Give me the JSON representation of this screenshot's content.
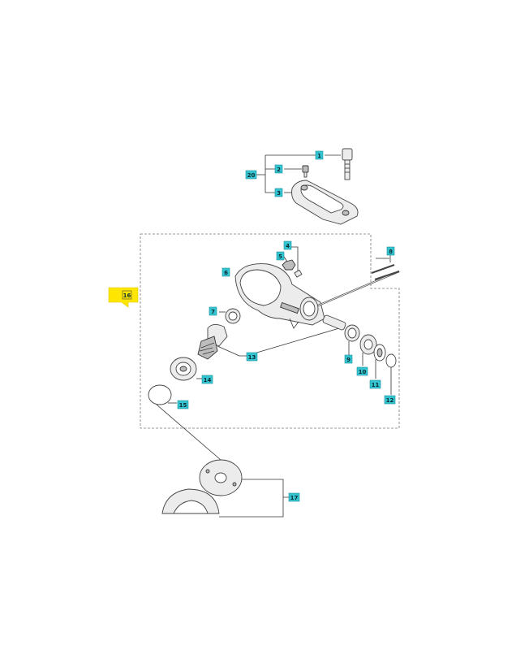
{
  "callouts": {
    "p1": "1",
    "p2": "2",
    "p3": "3",
    "p4": "4",
    "p5": "5",
    "p6": "6",
    "p7": "7",
    "p8a": "8",
    "p8b": "8",
    "p9": "9",
    "p10": "10",
    "p11": "11",
    "p12": "12",
    "p13": "13",
    "p14": "14",
    "p15": "15",
    "p16": "16",
    "p17": "17",
    "p20": "20"
  },
  "colors": {
    "callout_fill": "#33c5d2",
    "highlight_fill": "#ffe600"
  }
}
